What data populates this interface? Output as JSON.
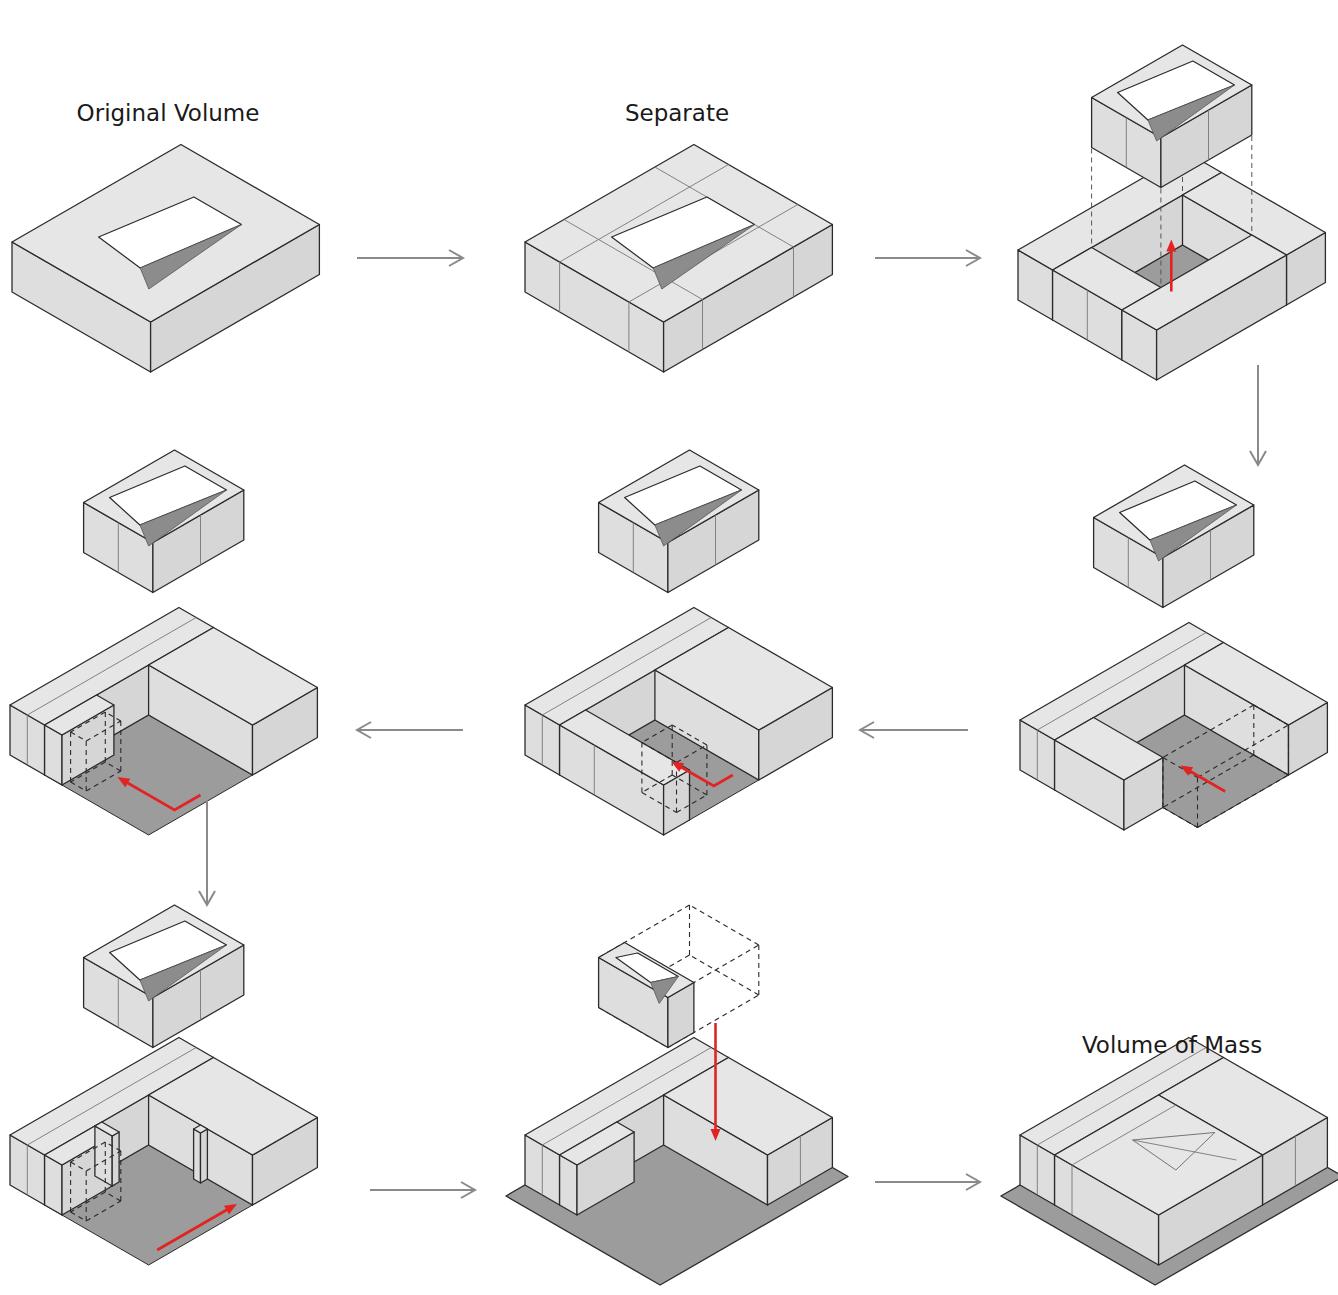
{
  "diagram": {
    "labels": [
      "Original Volume",
      "Separate",
      "Volume of Mass"
    ]
  }
}
